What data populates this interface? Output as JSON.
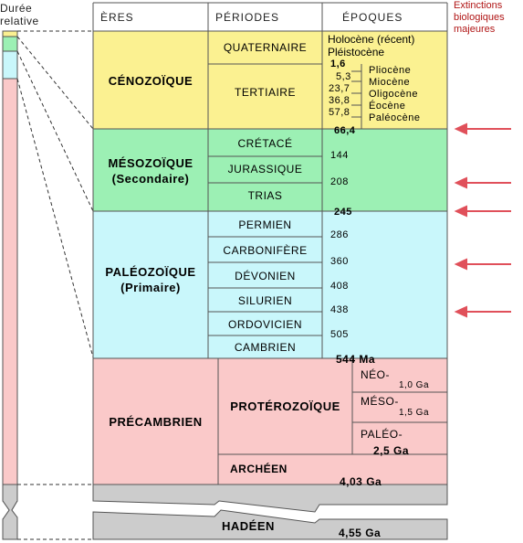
{
  "header": {
    "duration": "Durée",
    "duration2": "relative",
    "eres": "ÈRES",
    "periodes": "PÉRIODES",
    "epoques": "ÉPOQUES",
    "extinctions": "Extinctions",
    "extinctions2": "biologiques",
    "extinctions3": "majeures"
  },
  "cenozoic": {
    "era": "CÉNOZOÏQUE",
    "quaternaire": "QUATERNAIRE",
    "tertiaire": "TERTIAIRE",
    "holocene": "Holocène (récent)",
    "pleistocene": "Pléistocène",
    "age_1_6": "1,6",
    "age_5_3": "5,3",
    "age_23_7": "23,7",
    "age_36_8": "36,8",
    "age_57_8": "57,8",
    "pliocene": "Pliocène",
    "miocene": "Miocène",
    "oligocene": "Oligocène",
    "eocene": "Éocène",
    "paleocene": "Paléocène",
    "age_66_4": "66,4"
  },
  "mesozoic": {
    "era": "MÉSOZOÏQUE",
    "era2": "(Secondaire)",
    "cretace": "CRÉTACÉ",
    "jurassique": "JURASSIQUE",
    "trias": "TRIAS",
    "age_144": "144",
    "age_208": "208",
    "age_245": "245"
  },
  "paleozoic": {
    "era": "PALÉOZOÏQUE",
    "era2": "(Primaire)",
    "permien": "PERMIEN",
    "carbonifere": "CARBONIFÈRE",
    "devonien": "DÉVONIEN",
    "silurien": "SILURIEN",
    "ordovicien": "ORDOVICIEN",
    "cambrien": "CAMBRIEN",
    "age_286": "286",
    "age_360": "360",
    "age_408": "408",
    "age_438": "438",
    "age_505": "505",
    "age_544": "544 Ma"
  },
  "precambrian": {
    "era": "PRÉCAMBRIEN",
    "proterozoique": "PROTÉROZOÏQUE",
    "neo": "NÉO-",
    "meso": "MÉSO-",
    "paleo": "PALÉO-",
    "age_1_0": "1,0 Ga",
    "age_1_5": "1,5 Ga",
    "age_2_5": "2,5 Ga",
    "archeen": "ARCHÉEN",
    "age_4_03": "4,03 Ga",
    "hadeen": "HADÉEN",
    "age_4_55": "4,55 Ga"
  },
  "colors": {
    "cenozoic": "#fbf191",
    "mesozoic": "#9cf0b4",
    "paleozoic": "#c9f7fb",
    "precambrian": "#fac9c9",
    "gray": "#cccccc",
    "arrow": "#e0505a"
  }
}
